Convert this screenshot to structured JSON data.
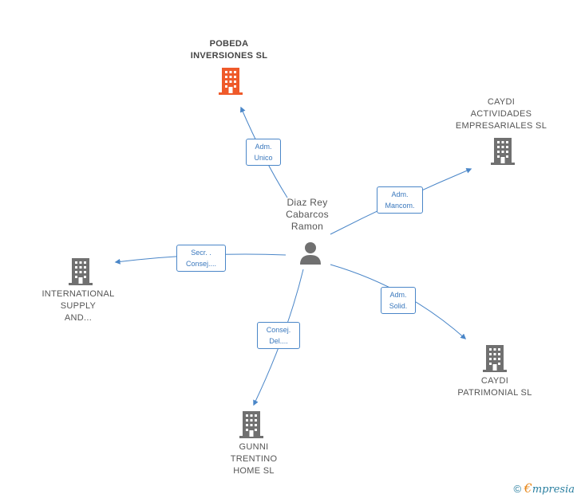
{
  "center": {
    "lines": [
      "Diaz Rey",
      "Cabarcos",
      "Ramon"
    ]
  },
  "nodes": {
    "pobeda": {
      "lines": [
        "POBEDA",
        "INVERSIONES SL"
      ],
      "color": "#ef5a2a"
    },
    "caydi_act": {
      "lines": [
        "CAYDI",
        "ACTIVIDADES",
        "EMPRESARIALES SL"
      ],
      "color": "#707070"
    },
    "international": {
      "lines": [
        "INTERNATIONAL",
        "SUPPLY",
        "AND..."
      ],
      "color": "#707070"
    },
    "caydi_pat": {
      "lines": [
        "CAYDI",
        "PATRIMONIAL SL"
      ],
      "color": "#707070"
    },
    "gunni": {
      "lines": [
        "GUNNI",
        "TRENTINO",
        "HOME SL"
      ],
      "color": "#707070"
    }
  },
  "edges": {
    "pobeda": [
      "Adm.",
      "Unico"
    ],
    "caydi_act": [
      "Adm.",
      "Mancom."
    ],
    "international": [
      "Secr. .",
      "Consej...."
    ],
    "caydi_pat": [
      "Adm.",
      "Solid."
    ],
    "gunni": [
      "Consej.",
      "Del...."
    ]
  },
  "footer": {
    "copyright": "©",
    "brand_initial": "€",
    "brand_rest": "mpresia"
  },
  "colors": {
    "edge": "#4a86c8",
    "building": "#707070",
    "highlight": "#ef5a2a",
    "person": "#707070"
  }
}
